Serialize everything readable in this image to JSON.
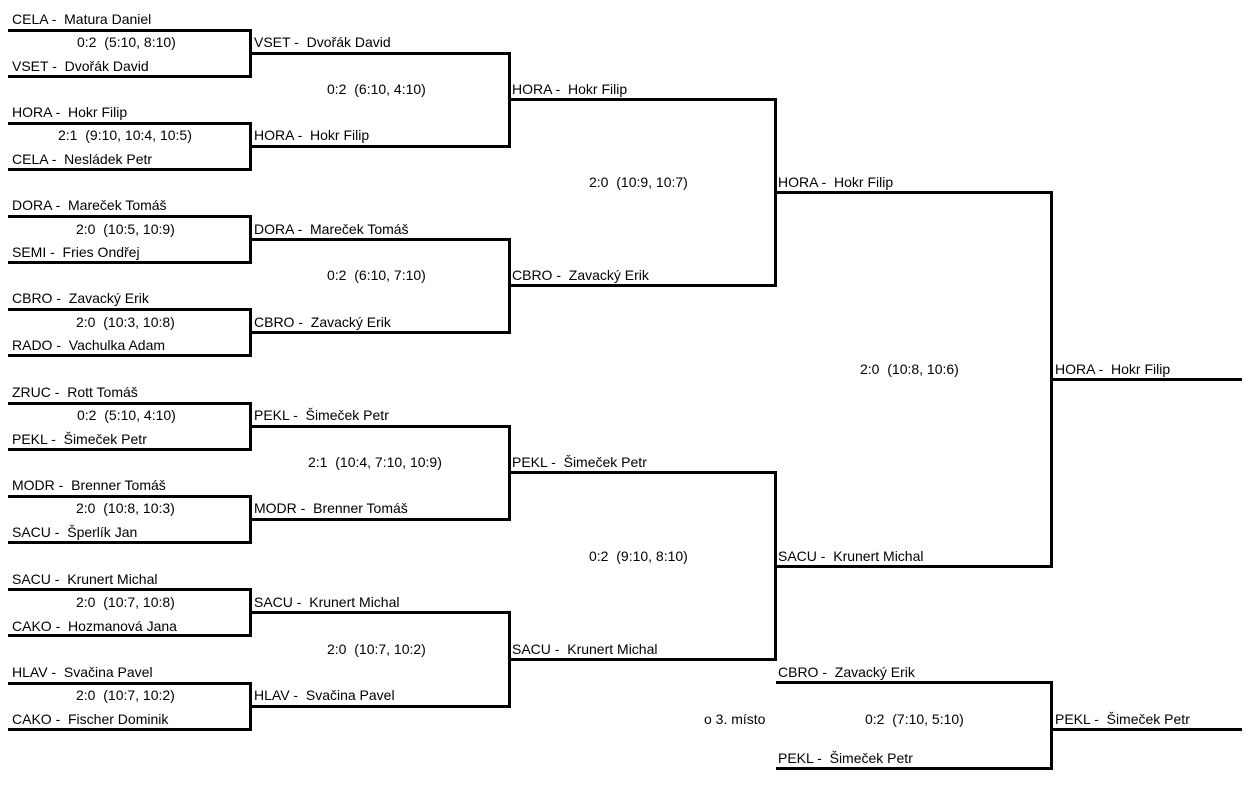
{
  "title": "",
  "round1": [
    {
      "top": "CELA -  Matura Daniel",
      "bottom": "VSET -  Dvořák David",
      "score": "0:2  (5:10, 8:10)"
    },
    {
      "top": "HORA -  Hokr Filip",
      "bottom": "CELA -  Nesládek Petr",
      "score": "2:1  (9:10, 10:4, 10:5)"
    },
    {
      "top": "DORA -  Mareček Tomáš",
      "bottom": "SEMI -  Fries Ondřej",
      "score": "2:0  (10:5, 10:9)"
    },
    {
      "top": "CBRO -  Zavacký Erik",
      "bottom": "RADO -  Vachulka Adam",
      "score": "2:0  (10:3, 10:8)"
    },
    {
      "top": "ZRUC -  Rott Tomáš",
      "bottom": "PEKL -  Šimeček Petr",
      "score": "0:2  (5:10, 4:10)"
    },
    {
      "top": "MODR -  Brenner Tomáš",
      "bottom": "SACU -  Šperlík Jan",
      "score": "2:0  (10:8, 10:3)"
    },
    {
      "top": "SACU -  Krunert Michal",
      "bottom": "CAKO -  Hozmanová Jana",
      "score": "2:0  (10:7, 10:8)"
    },
    {
      "top": "HLAV -  Svačina Pavel",
      "bottom": "CAKO -  Fischer Dominik",
      "score": "2:0  (10:7, 10:2)"
    }
  ],
  "round2": [
    {
      "top": "VSET -  Dvořák David",
      "bottom": "HORA -  Hokr Filip",
      "score": "0:2  (6:10, 4:10)"
    },
    {
      "top": "DORA -  Mareček Tomáš",
      "bottom": "CBRO -  Zavacký Erik",
      "score": "0:2  (6:10, 7:10)"
    },
    {
      "top": "PEKL -  Šimeček Petr",
      "bottom": "MODR -  Brenner Tomáš",
      "score": "2:1  (10:4, 7:10, 10:9)"
    },
    {
      "top": "SACU -  Krunert Michal",
      "bottom": "HLAV -  Svačina Pavel",
      "score": "2:0  (10:7, 10:2)"
    }
  ],
  "round3": [
    {
      "top": "HORA -  Hokr Filip",
      "bottom": "CBRO -  Zavacký Erik",
      "score": "2:0  (10:9, 10:7)"
    },
    {
      "top": "PEKL -  Šimeček Petr",
      "bottom": "SACU -  Krunert Michal",
      "score": "0:2  (9:10, 8:10)"
    }
  ],
  "final": {
    "top": "HORA -  Hokr Filip",
    "bottom": "SACU -  Krunert Michal",
    "score": "2:0  (10:8, 10:6)"
  },
  "champion": "HORA -  Hokr Filip",
  "third_place": {
    "label": "o 3. místo",
    "top": "CBRO -  Zavacký Erik",
    "bottom": "PEKL -  Šimeček Petr",
    "score": "0:2  (7:10, 5:10)",
    "winner": "PEKL -  Šimeček Petr"
  }
}
